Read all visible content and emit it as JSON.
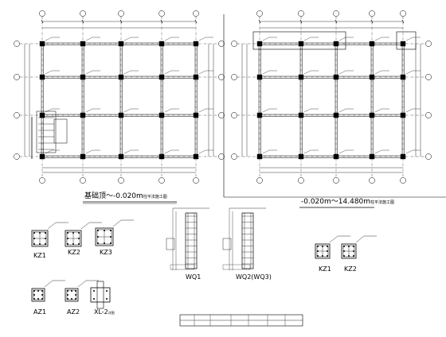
{
  "plans": {
    "left_caption_prefix": "基础顶～",
    "left_caption_value": "-0.020m",
    "left_caption_suffix": "柱平法施工图",
    "right_caption_value": "-0.020m～14.480m",
    "right_caption_suffix": "柱平法施工图"
  },
  "details": {
    "kz1": "KZ1",
    "kz2": "KZ2",
    "kz3": "KZ3",
    "az1": "AZ1",
    "az2": "AZ2",
    "xl2": "XL-2",
    "wq1": "WQ1",
    "wq2": "WQ2(WQ3)",
    "kz1_right": "KZ1",
    "kz2_right": "KZ2",
    "xl2_suffix": "详图"
  }
}
